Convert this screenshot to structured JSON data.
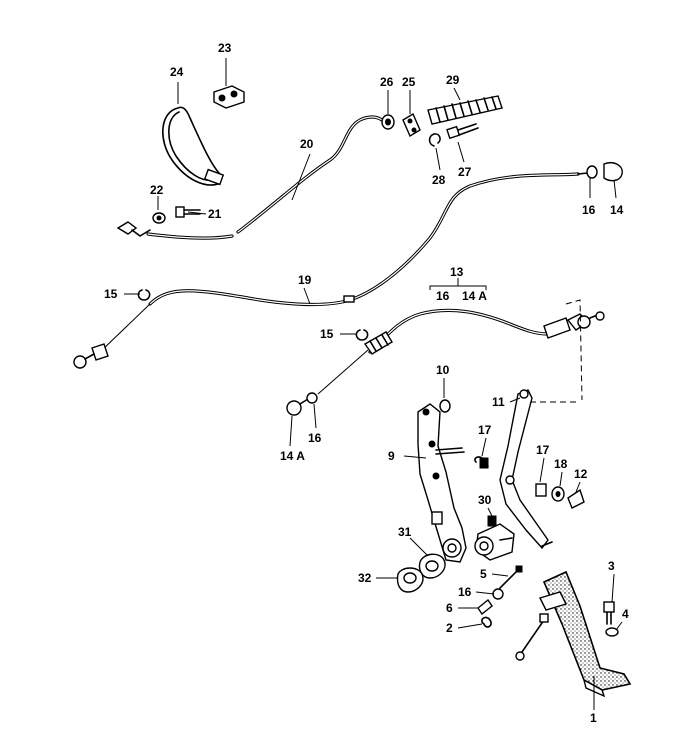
{
  "callouts": [
    {
      "id": "c1",
      "text": "1"
    },
    {
      "id": "c2",
      "text": "2"
    },
    {
      "id": "c3",
      "text": "3"
    },
    {
      "id": "c4",
      "text": "4"
    },
    {
      "id": "c5",
      "text": "5"
    },
    {
      "id": "c6",
      "text": "6"
    },
    {
      "id": "c9",
      "text": "9"
    },
    {
      "id": "c10",
      "text": "10"
    },
    {
      "id": "c11",
      "text": "11"
    },
    {
      "id": "c12",
      "text": "12"
    },
    {
      "id": "c13",
      "text": "13"
    },
    {
      "id": "c14",
      "text": "14"
    },
    {
      "id": "c14a",
      "text": "14 A"
    },
    {
      "id": "c15a",
      "text": "15"
    },
    {
      "id": "c15b",
      "text": "15"
    },
    {
      "id": "c16a",
      "text": "16"
    },
    {
      "id": "c16b",
      "text": "16"
    },
    {
      "id": "c16c",
      "text": "16"
    },
    {
      "id": "c17a",
      "text": "17"
    },
    {
      "id": "c17b",
      "text": "17"
    },
    {
      "id": "c18",
      "text": "18"
    },
    {
      "id": "c19",
      "text": "19"
    },
    {
      "id": "c20",
      "text": "20"
    },
    {
      "id": "c21",
      "text": "21"
    },
    {
      "id": "c22",
      "text": "22"
    },
    {
      "id": "c23",
      "text": "23"
    },
    {
      "id": "c24",
      "text": "24"
    },
    {
      "id": "c25",
      "text": "25"
    },
    {
      "id": "c26",
      "text": "26"
    },
    {
      "id": "c27",
      "text": "27"
    },
    {
      "id": "c28",
      "text": "28"
    },
    {
      "id": "c29",
      "text": "29"
    },
    {
      "id": "c30",
      "text": "30"
    },
    {
      "id": "c31",
      "text": "31"
    },
    {
      "id": "c32",
      "text": "32"
    }
  ],
  "group_13": {
    "sub_left": "16",
    "sub_right": "14 A"
  }
}
